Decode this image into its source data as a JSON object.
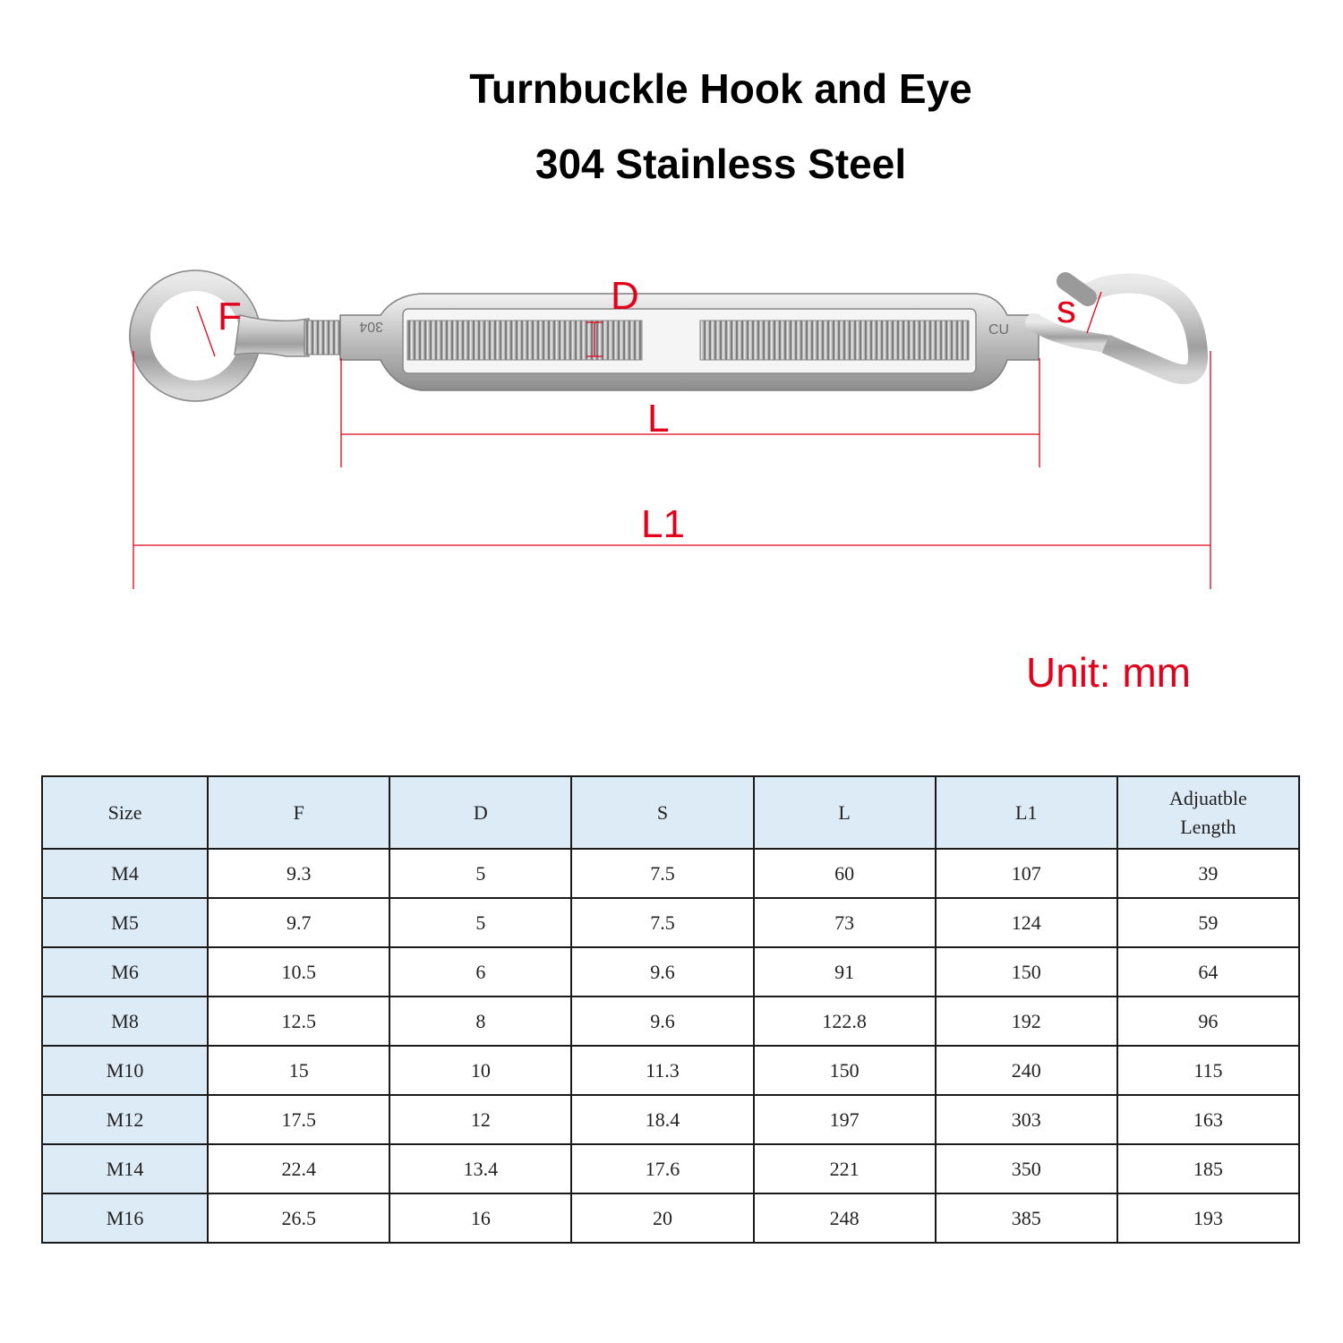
{
  "title": "Turnbuckle Hook and Eye",
  "subtitle": "304 Stainless Steel",
  "diagram": {
    "labels": {
      "f": "F",
      "d": "D",
      "s": "s",
      "l": "L",
      "l1": "L1"
    },
    "accent_color": "#e2001a",
    "body_marks": {
      "left": "304",
      "right": "CU"
    }
  },
  "unit": "Unit: mm",
  "table": {
    "headers": [
      "Size",
      "F",
      "D",
      "S",
      "L",
      "L1",
      "Adjuatble Length"
    ],
    "rows": [
      [
        "M4",
        "9.3",
        "5",
        "7.5",
        "60",
        "107",
        "39"
      ],
      [
        "M5",
        "9.7",
        "5",
        "7.5",
        "73",
        "124",
        "59"
      ],
      [
        "M6",
        "10.5",
        "6",
        "9.6",
        "91",
        "150",
        "64"
      ],
      [
        "M8",
        "12.5",
        "8",
        "9.6",
        "122.8",
        "192",
        "96"
      ],
      [
        "M10",
        "15",
        "10",
        "11.3",
        "150",
        "240",
        "115"
      ],
      [
        "M12",
        "17.5",
        "12",
        "18.4",
        "197",
        "303",
        "163"
      ],
      [
        "M14",
        "22.4",
        "13.4",
        "17.6",
        "221",
        "350",
        "185"
      ],
      [
        "M16",
        "26.5",
        "16",
        "20",
        "248",
        "385",
        "193"
      ]
    ]
  }
}
